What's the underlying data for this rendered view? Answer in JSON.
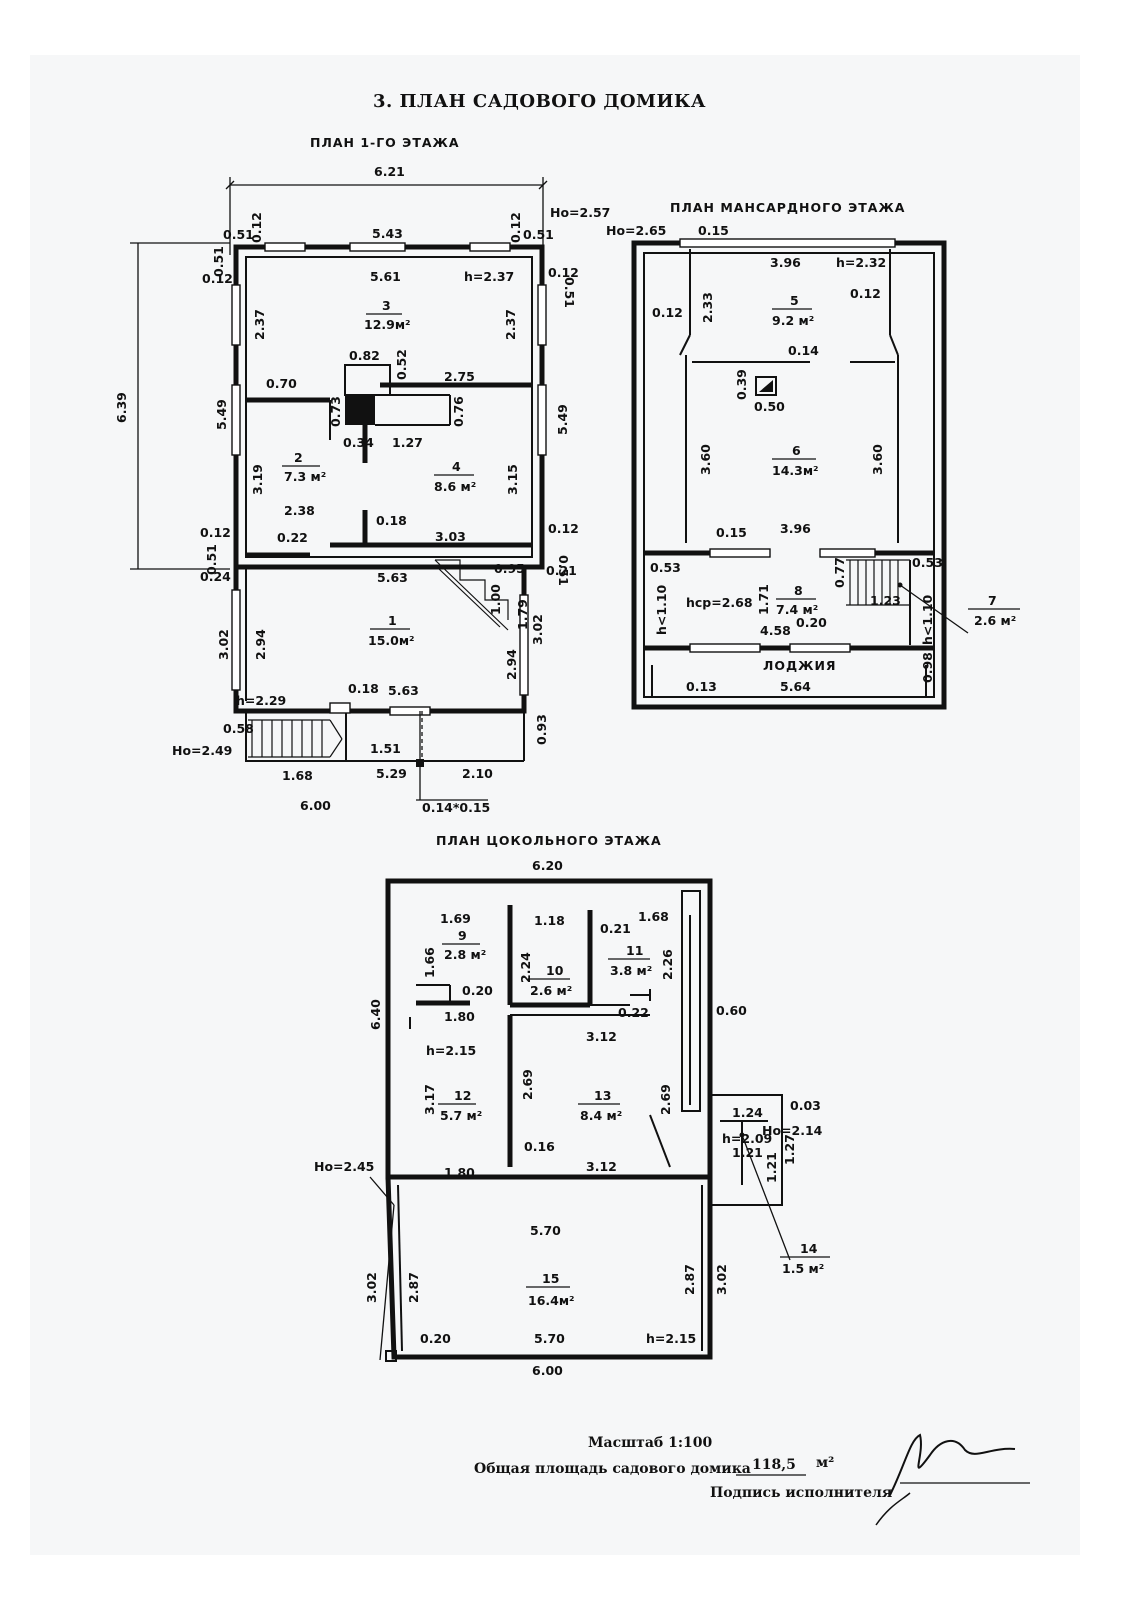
{
  "document": {
    "heading": "3. ПЛАН САДОВОГО ДОМИКА"
  },
  "first_floor": {
    "title": "ПЛАН 1-ГО ЭТАЖА",
    "overall_width": "6.21",
    "overall_depth": "6.39",
    "ho_top": "Но=2.57",
    "ho_bottom": "Но=2.49",
    "width_bottom": "6.00",
    "column": "0.14*0.15",
    "rooms": [
      {
        "number": "3",
        "area": "12.9м²",
        "height": "h=2.37"
      },
      {
        "number": "2",
        "area": "7.3 м²"
      },
      {
        "number": "4",
        "area": "8.6 м²"
      },
      {
        "number": "1",
        "area": "15.0м²",
        "height": "h=2.29"
      }
    ],
    "dims": {
      "a051l": "0.51",
      "a012l": "0.12",
      "a543": "5.43",
      "a012r": "0.12",
      "a051r": "0.51",
      "v051l": "0.51",
      "v012l": "0.12",
      "v051r": "0.51",
      "v012r": "0.12",
      "a561": "5.61",
      "v237l": "2.37",
      "v237r": "2.37",
      "a082": "0.82",
      "v052": "0.52",
      "a275": "2.75",
      "a070": "0.70",
      "v549l": "5.49",
      "v549r": "5.49",
      "v073": "0.73",
      "v076": "0.76",
      "a034": "0.34",
      "a127": "1.27",
      "v319": "3.19",
      "v315": "3.15",
      "a238": "2.38",
      "a018": "0.18",
      "a303": "3.03",
      "b012l": "0.12",
      "b051l": "0.51",
      "b024": "0.24",
      "a022": "0.22",
      "b012r": "0.12",
      "b051r": "0.51",
      "a021": "0.21",
      "a095": "0.95",
      "a563": "5.63",
      "v100": "1.00",
      "v179": "1.79",
      "v302l": "3.02",
      "v294l": "2.94",
      "v302r": "3.02",
      "v294r": "2.94",
      "a018b": "0.18",
      "a563b": "5.63",
      "a058": "0.58",
      "a151": "1.51",
      "v093": "0.93",
      "a168": "1.68",
      "a529": "5.29",
      "a210": "2.10"
    }
  },
  "attic_floor": {
    "title": "ПЛАН МАНСАРДНОГО ЭТАЖА",
    "ho": "Но=2.65",
    "rooms": [
      {
        "number": "5",
        "area": "9.2 м²",
        "height": "h=2.32"
      },
      {
        "number": "6",
        "area": "14.3м²"
      },
      {
        "number": "8",
        "area": "7.4 м²",
        "height": "hср=2.68"
      },
      {
        "number": "7",
        "area": "2.6 м²"
      }
    ],
    "loggia": "ЛОДЖИЯ",
    "dims": {
      "a015t": "0.15",
      "a396t": "3.96",
      "a012l": "0.12",
      "v233": "2.33",
      "a012r": "0.12",
      "a014": "0.14",
      "v039": "0.39",
      "a050": "0.50",
      "v360l": "3.60",
      "v360r": "3.60",
      "a015b": "0.15",
      "a396b": "3.96",
      "a053l": "0.53",
      "v110l": "h<1.10",
      "v171": "1.71",
      "v077": "0.77",
      "a053r": "0.53",
      "a123": "1.23",
      "v110r": "h<1.10",
      "a458": "4.58",
      "a020": "0.20",
      "a013": "0.13",
      "a564": "5.64",
      "v098": "0.98"
    }
  },
  "basement": {
    "title": "ПЛАН ЦОКОЛЬНОГО ЭТАЖА",
    "overall_width": "6.20",
    "overall_depth": "6.40",
    "ho_left": "Но=2.45",
    "ho_right": "Но=2.14",
    "rooms": [
      {
        "number": "9",
        "area": "2.8 м²"
      },
      {
        "number": "10",
        "area": "2.6 м²"
      },
      {
        "number": "11",
        "area": "3.8 м²"
      },
      {
        "number": "12",
        "area": "5.7 м²",
        "height": "h=2.15"
      },
      {
        "number": "13",
        "area": "8.4 м²"
      },
      {
        "number": "14",
        "area": "1.5 м²",
        "height": "h=2.09"
      },
      {
        "number": "15",
        "area": "16.4м²",
        "height": "h=2.15"
      }
    ],
    "dims": {
      "a169": "1.69",
      "v166": "1.66",
      "a020a": "0.20",
      "a180a": "1.80",
      "a118": "1.18",
      "v224": "2.24",
      "a021": "0.21",
      "a168": "1.68",
      "v226": "2.26",
      "a022": "0.22",
      "a060": "0.60",
      "a312a": "3.12",
      "v317": "3.17",
      "v269a": "2.69",
      "v269b": "2.69",
      "a016": "0.16",
      "a180b": "1.80",
      "a312b": "3.12",
      "a124": "1.24",
      "a003": "0.03",
      "a121": "1.21",
      "v121": "1.21",
      "v127": "1.27",
      "a570a": "5.70",
      "v302l": "3.02",
      "v287l": "2.87",
      "v287r": "2.87",
      "v302r": "3.02",
      "a020b": "0.20",
      "a570b": "5.70",
      "a600": "6.00"
    }
  },
  "footer": {
    "scale": "Масштаб  1:100",
    "total_label": "Общая площадь садового домика",
    "total_value": "118,5",
    "total_unit": "м²",
    "signature_label": "Подпись исполнителя"
  }
}
